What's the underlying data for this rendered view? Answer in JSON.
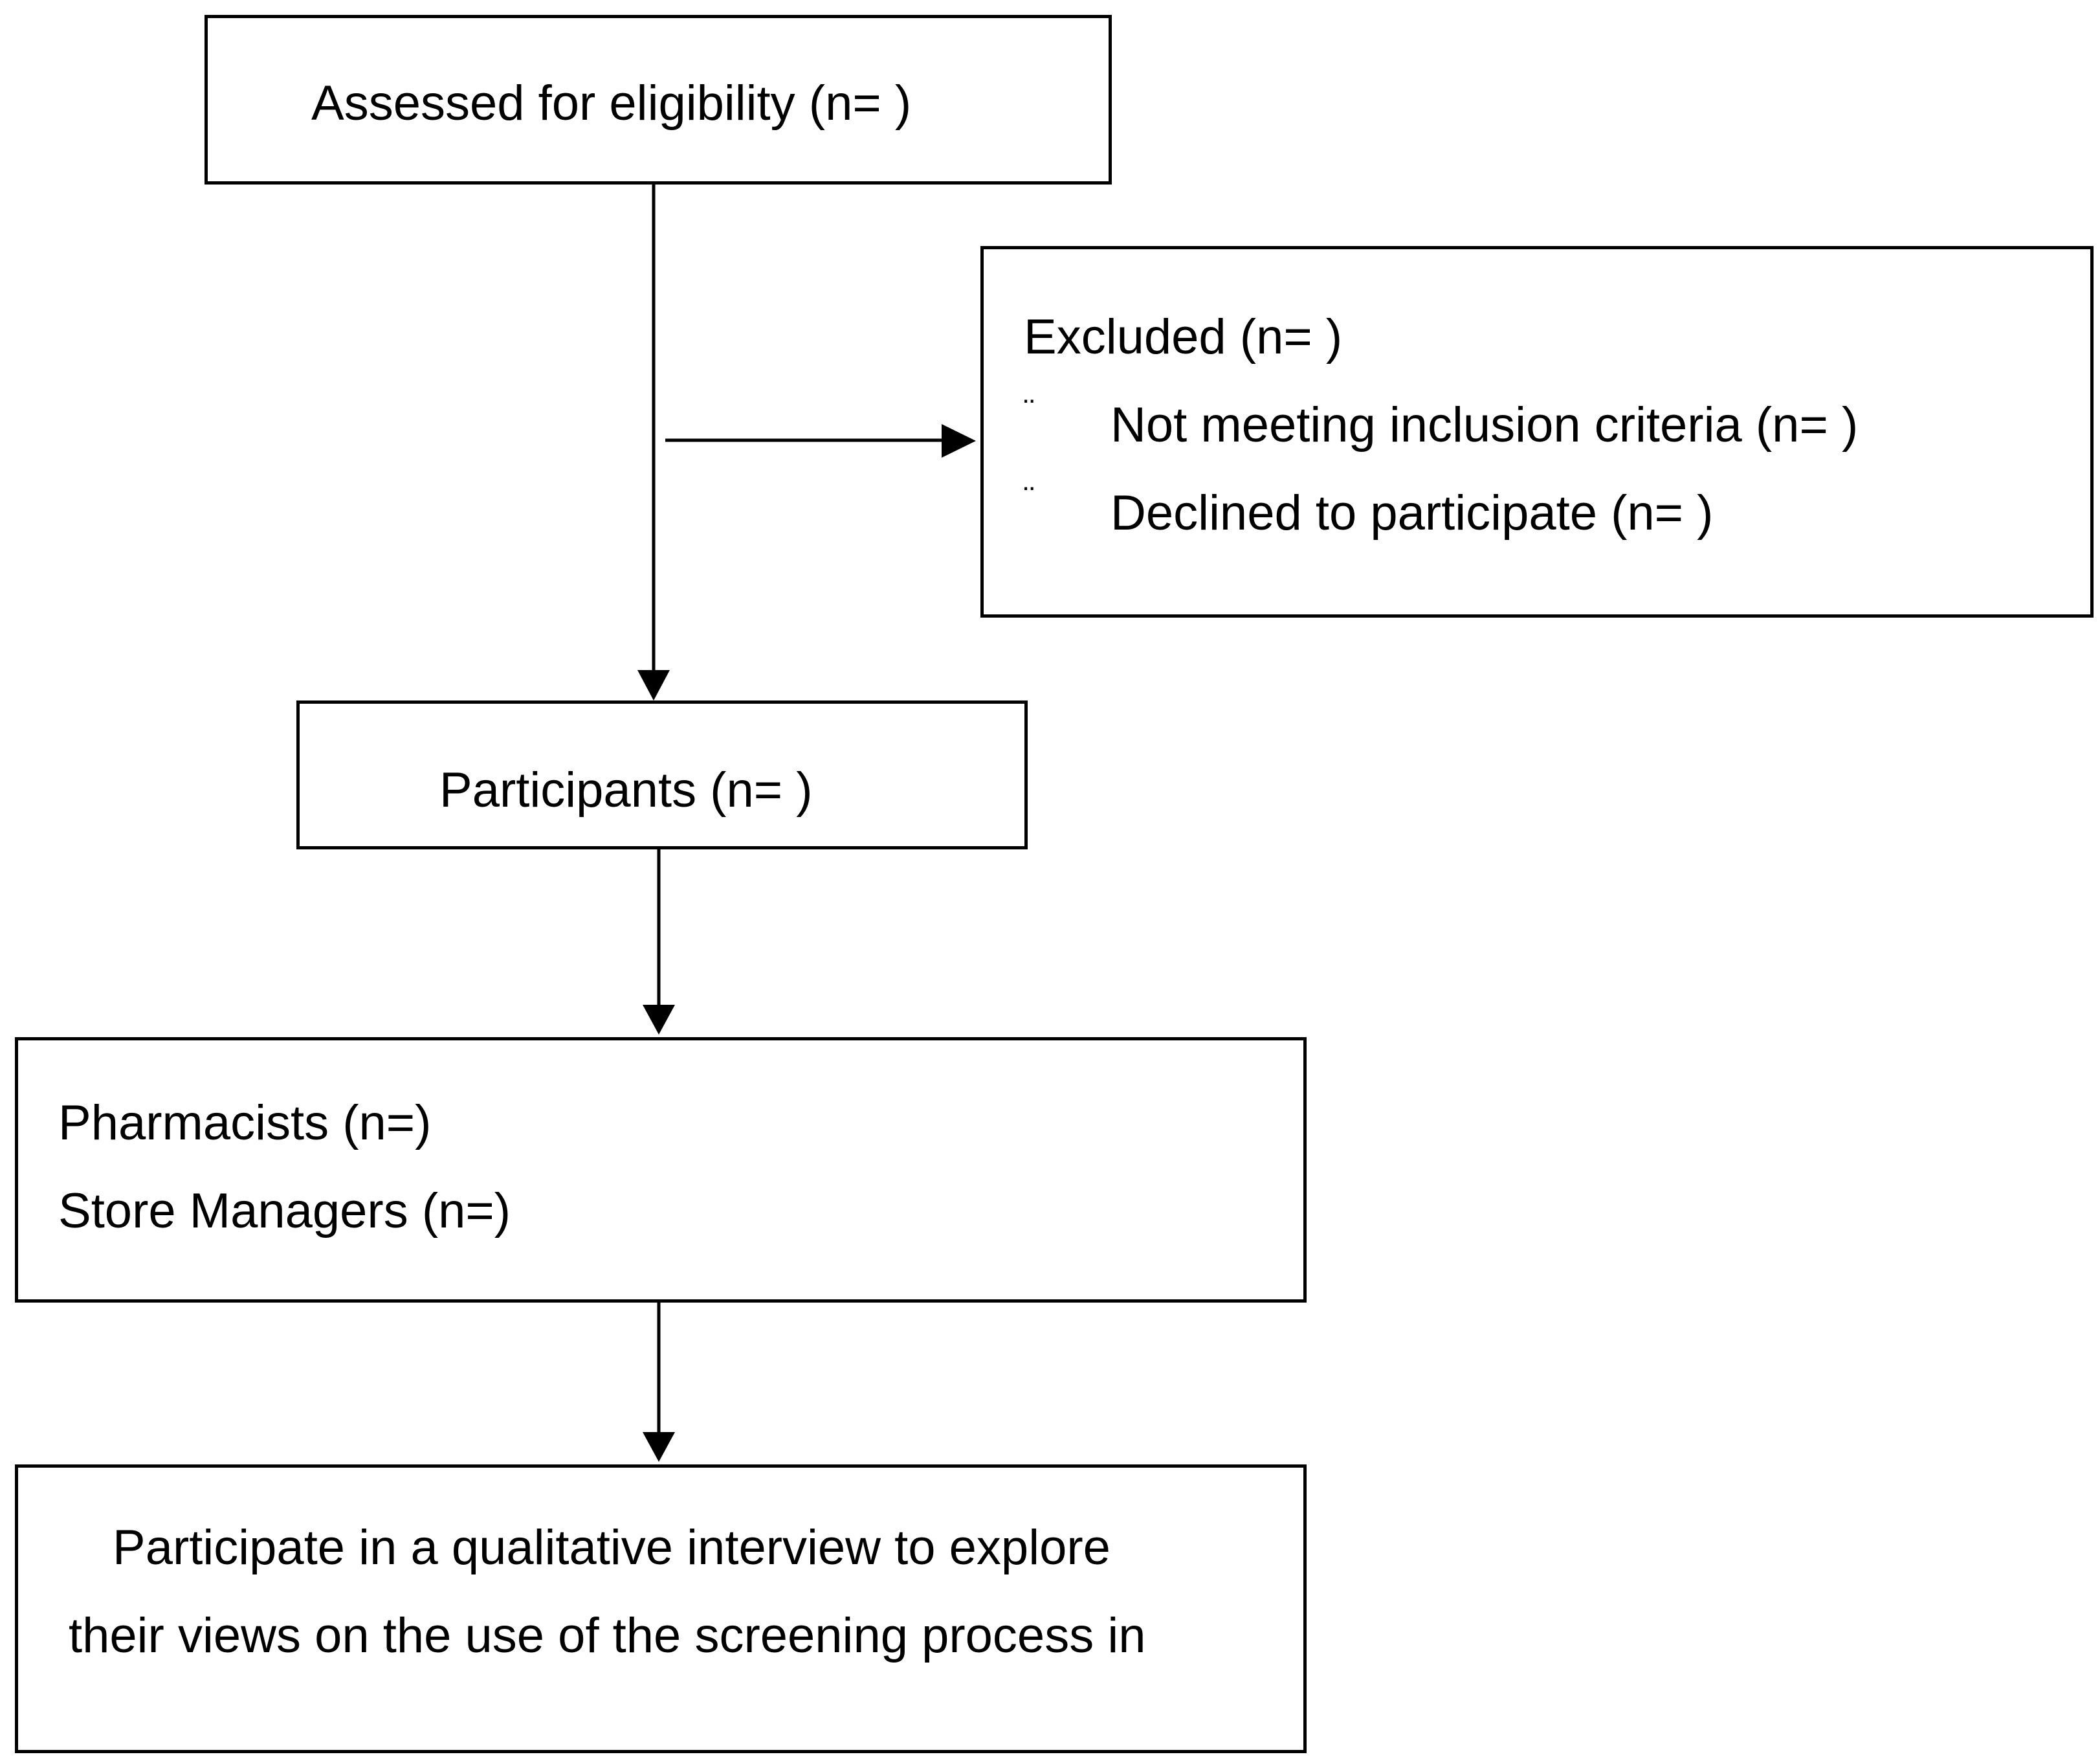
{
  "assessed": {
    "label": "Assessed for eligibility (n=    )"
  },
  "excluded": {
    "label": "Excluded (n=     )",
    "reasons": [
      {
        "bullet": "¨",
        "label": "Not meeting inclusion criteria (n=    )"
      },
      {
        "bullet": "¨",
        "label": "Declined to participate (n=    )"
      }
    ]
  },
  "participants": {
    "label": "Participants (n=    )"
  },
  "roles": {
    "pharmacists": "Pharmacists (n=)",
    "store_managers": "Store Managers (n=)"
  },
  "interview": {
    "line1": "Participate in a qualitative interview to explore",
    "line2": "their views on the use of the screening process in"
  },
  "colors": {
    "stroke": "#000000",
    "background": "#ffffff"
  }
}
